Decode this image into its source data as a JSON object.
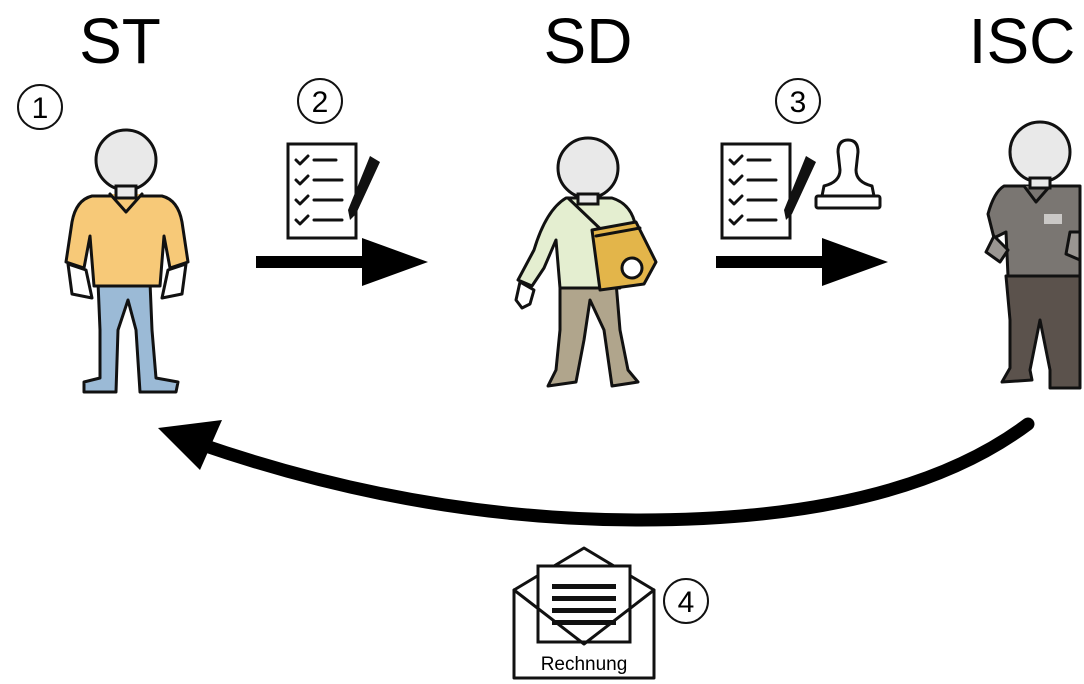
{
  "actors": [
    {
      "id": "st",
      "label": "ST"
    },
    {
      "id": "sd",
      "label": "SD"
    },
    {
      "id": "isc",
      "label": "ISC"
    }
  ],
  "steps": [
    {
      "number": "1"
    },
    {
      "number": "2"
    },
    {
      "number": "3"
    },
    {
      "number": "4"
    }
  ],
  "invoice": {
    "label": "Rechnung"
  },
  "colors": {
    "st_shirt": "#f7c978",
    "st_pants": "#9bbad6",
    "sd_shirt": "#e4eed0",
    "sd_bag": "#e3b54a",
    "sd_pants": "#b0a58c",
    "isc_shirt": "#7a7672",
    "isc_pants": "#5b524c",
    "head": "#e9e9e9",
    "arrow": "#000000"
  },
  "icons": [
    "checklist-icon",
    "pen-icon",
    "stamp-icon",
    "envelope-icon",
    "arrow-icon"
  ]
}
